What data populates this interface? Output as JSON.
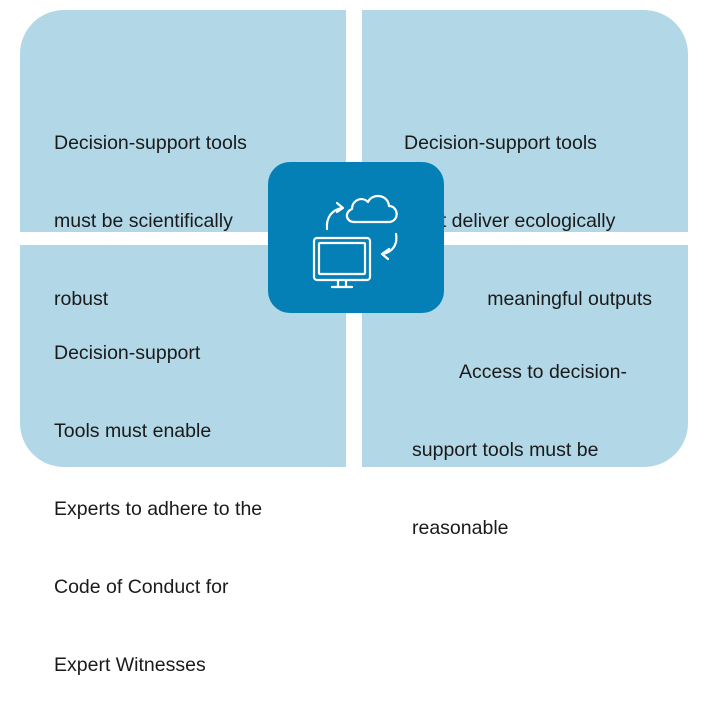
{
  "diagram": {
    "title": "Decision-support tool requirements",
    "colors": {
      "quadrant_fill": "#b2d7e6",
      "center_fill": "#0580b7",
      "icon_stroke": "#ffffff",
      "text": "#1a1a1a"
    },
    "center_icon": "computer-cloud-sync-icon",
    "quadrants": [
      {
        "position": "top-left",
        "lines": [
          "Decision-support tools",
          "must be scientifically",
          "robust"
        ]
      },
      {
        "position": "top-right",
        "lines": [
          "Decision-support tools",
          "must deliver ecologically",
          "meaningful outputs"
        ]
      },
      {
        "position": "bottom-left",
        "lines": [
          "Decision-support",
          "Tools must enable",
          "Experts to adhere to the",
          "Code of Conduct for",
          "Expert Witnesses"
        ]
      },
      {
        "position": "bottom-right",
        "lines": [
          "Access to decision-",
          "support tools must be",
          "reasonable"
        ]
      }
    ]
  }
}
